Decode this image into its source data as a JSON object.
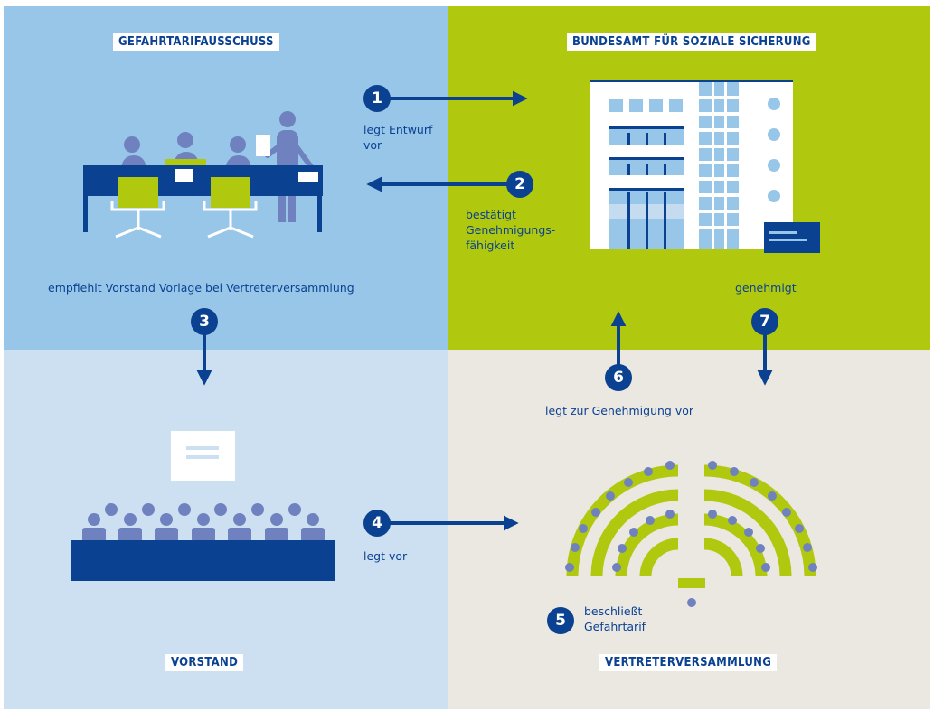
{
  "titles": {
    "committee": "GEFAHRTARIFAUSSCHUSS",
    "office": "BUNDESAMT FÜR SOZIALE SICHERUNG",
    "board": "VORSTAND",
    "assembly": "VERTRETERVERSAMMLUNG"
  },
  "steps": [
    {
      "num": "1",
      "text": "legt Entwurf\nvor"
    },
    {
      "num": "2",
      "text": "bestätigt\nGenehmigungs-\nfähigkeit"
    },
    {
      "num": "3",
      "text": "empfiehlt Vorstand Vorlage bei Vertreterversammlung"
    },
    {
      "num": "4",
      "text": "legt vor"
    },
    {
      "num": "5",
      "text": "beschließt\nGefahrtarif"
    },
    {
      "num": "6",
      "text": "legt zur Genehmigung vor"
    },
    {
      "num": "7",
      "text": "genehmigt"
    }
  ],
  "colors": {
    "navy": "#0a4191",
    "lime": "#b0c80e",
    "light_blue": "#98c6e8",
    "pale_blue": "#cde0f2",
    "beige": "#ebe7e1",
    "person": "#6f82bf"
  }
}
